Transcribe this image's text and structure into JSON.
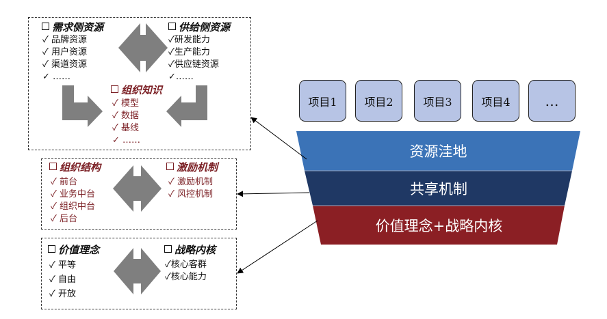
{
  "resources_box": {
    "demand": {
      "title": "需求侧资源",
      "items": [
        "品牌资源",
        "用户资源",
        "渠道资源",
        "……"
      ]
    },
    "supply": {
      "title": "供给侧资源",
      "items": [
        "研发能力",
        "生产能力",
        "供应链资源",
        "……"
      ]
    },
    "knowledge": {
      "title": "组织知识",
      "items": [
        "模型",
        "数据",
        "基线",
        "……"
      ]
    }
  },
  "mechanism_box": {
    "structure": {
      "title": "组织结构",
      "items": [
        "前台",
        "业务中台",
        "组织中台",
        "后台"
      ]
    },
    "incentive": {
      "title": "激励机制",
      "items": [
        "激励机制",
        "风控机制"
      ]
    }
  },
  "values_box": {
    "values": {
      "title": "价值理念",
      "items": [
        "平等",
        "自由",
        "开放"
      ]
    },
    "strategy": {
      "title": "战略内核",
      "items": [
        "核心客群",
        "核心能力"
      ]
    }
  },
  "projects": [
    "项目1",
    "项目2",
    "项目3",
    "项目4",
    "…"
  ],
  "funnel": {
    "top": "资源洼地",
    "middle": "共享机制",
    "bottom": "价值理念+战略内核"
  },
  "colors": {
    "accent_red": "#7b1f24",
    "project_fill": "#b7c4e5",
    "band_top": "#3b73b7",
    "band_mid": "#1f3864",
    "band_bottom": "#8b1f24",
    "arrow_gray": "#7f7f7f"
  },
  "check_mark": "✓"
}
